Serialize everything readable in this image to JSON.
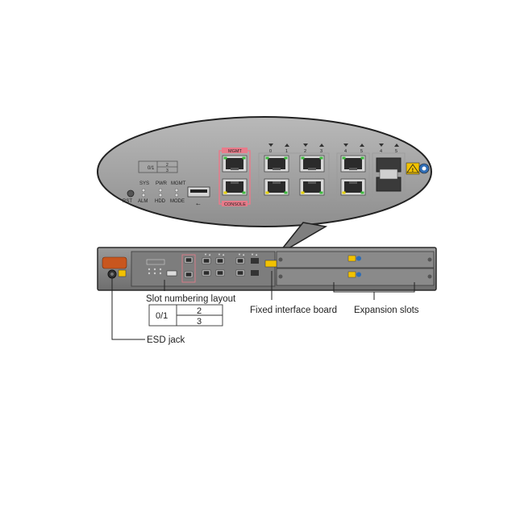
{
  "zoom": {
    "slot_table": {
      "left": "0/1",
      "right_top": "2",
      "right_bottom": "3"
    },
    "led_top": [
      "SYS",
      "PWR",
      "MGMT"
    ],
    "led_bottom": [
      "RST",
      "ALM",
      "HDD",
      "MODE"
    ],
    "mgmt_label": "MGMT",
    "console_label": "CONSOLE",
    "port_numbers": [
      "0",
      "1",
      "2",
      "3",
      "4",
      "5",
      "4",
      "5"
    ]
  },
  "callouts": {
    "slot_layout_title": "Slot numbering layout",
    "slot_table": {
      "left": "0/1",
      "right_top": "2",
      "right_bottom": "3"
    },
    "fixed_board": "Fixed interface board",
    "expansion_slots": "Expansion slots",
    "esd_jack": "ESD jack"
  },
  "colors": {
    "chassis": "#8c8c8c",
    "panel_dark": "#6a6a6a",
    "port_led_green": "#3dbb3d",
    "port_led_yellow": "#e6d200",
    "mgmt_pink": "#e87b8a",
    "warning_yellow": "#f2c200",
    "brand_orange": "#c8561e"
  }
}
